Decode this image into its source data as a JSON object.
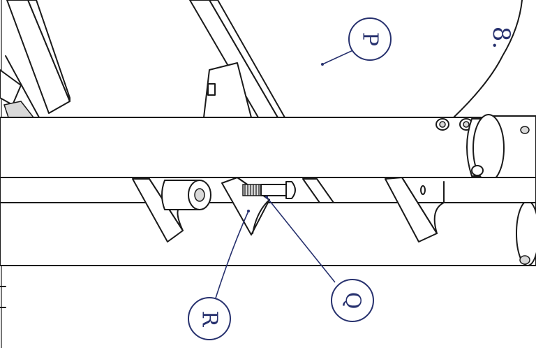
{
  "callouts": [
    {
      "id": "P",
      "label": "P"
    },
    {
      "id": "Q",
      "label": "Q"
    },
    {
      "id": "R",
      "label": "R"
    }
  ],
  "page_number": "8.",
  "colors": {
    "line": "#1a1a1a",
    "callout": "#27316e",
    "background": "#ffffff"
  }
}
